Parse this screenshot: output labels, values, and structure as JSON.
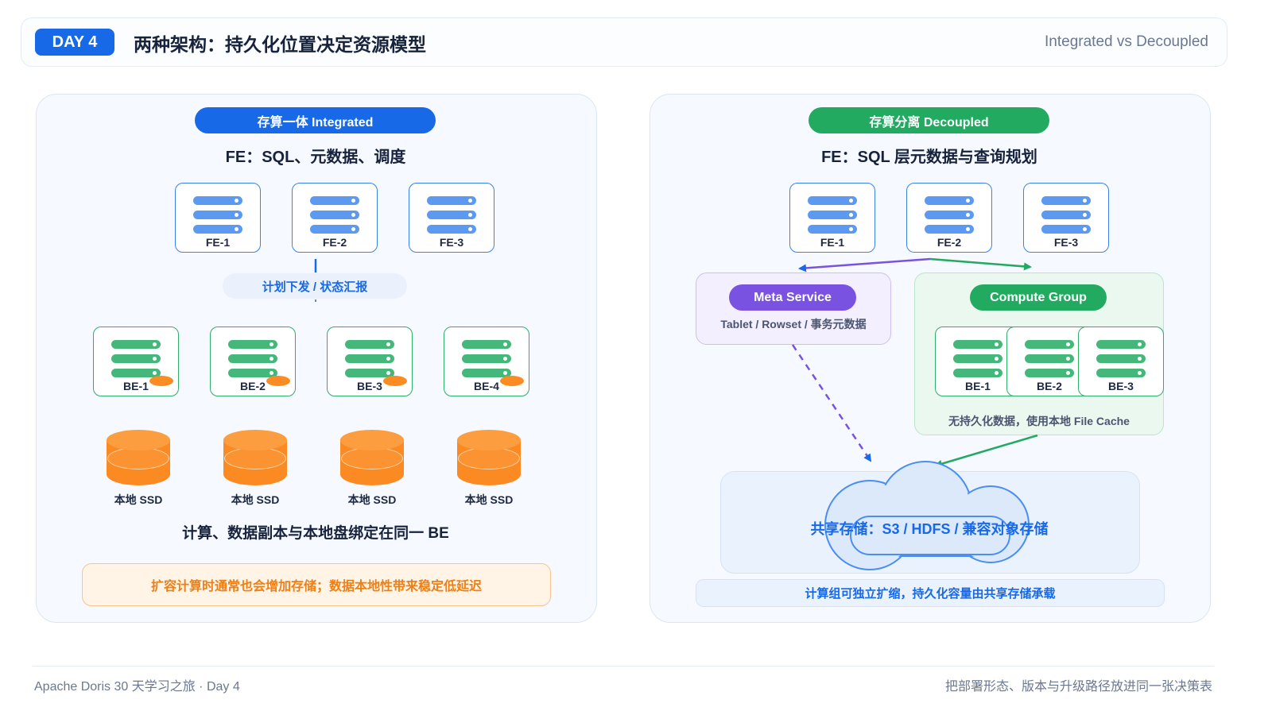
{
  "header": {
    "day_badge": "DAY 4",
    "title": "两种架构：持久化位置决定资源模型",
    "subtitle": "Integrated vs Decoupled"
  },
  "integrated": {
    "pill": "存算一体 Integrated",
    "fe_title": "FE：SQL、元数据、调度",
    "fe_nodes": [
      "FE-1",
      "FE-2",
      "FE-3"
    ],
    "plan_note": "计划下发 / 状态汇报",
    "be_nodes": [
      "BE-1",
      "BE-2",
      "BE-3",
      "BE-4"
    ],
    "ssd_labels": [
      "本地 SSD",
      "本地 SSD",
      "本地 SSD",
      "本地 SSD"
    ],
    "binding_text": "计算、数据副本与本地盘绑定在同一 BE",
    "warning": "扩容计算时通常也会增加存储；数据本地性带来稳定低延迟"
  },
  "decoupled": {
    "pill": "存算分离 Decoupled",
    "fe_title": "FE：SQL 层元数据与查询规划",
    "fe_nodes": [
      "FE-1",
      "FE-2",
      "FE-3"
    ],
    "meta_service": {
      "label": "Meta Service",
      "desc": "Tablet / Rowset / 事务元数据"
    },
    "compute_group": {
      "label": "Compute Group",
      "be_nodes": [
        "BE-1",
        "BE-2",
        "BE-3"
      ],
      "desc": "无持久化数据，使用本地 File Cache"
    },
    "shared_storage": "共享存储：S3 / HDFS / 兼容对象存储",
    "info": "计算组可独立扩缩，持久化容量由共享存储承载"
  },
  "footer": {
    "left": "Apache Doris 30 天学习之旅 · Day 4",
    "right": "把部署形态、版本与升级路径放进同一张决策表"
  },
  "colors": {
    "primary_blue": "#1769e8",
    "green": "#22aa60",
    "purple": "#7952e2",
    "orange": "#fb8a22"
  }
}
